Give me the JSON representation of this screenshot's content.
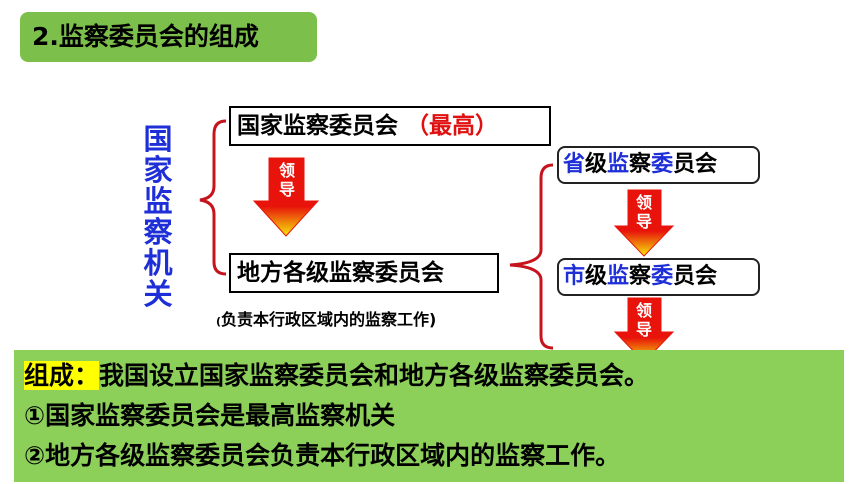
{
  "title": "2.监察委员会的组成",
  "side_label": "国家监察机关",
  "left_boxes": {
    "national": "国家监察委员会",
    "national_note": "（最高）",
    "local": "地方各级监察委员会",
    "local_note_open": "(",
    "local_note": "负责本行政区域内的监察工作)"
  },
  "arrow_label": "领导",
  "right_boxes": {
    "provincial": {
      "c1": "省",
      "c2": "级",
      "c3": "监",
      "c4": "察",
      "c5": "委",
      "c6": "员会"
    },
    "city": {
      "c1": "市",
      "c2": "级",
      "c3": "监",
      "c4": "察",
      "c5": "委",
      "c6": "员会"
    }
  },
  "bottom": {
    "label": "组成：",
    "line1": "我国设立国家监察委员会和地方各级监察委员会。",
    "line2": "①国家监察委员会是最高监察机关",
    "line3": "②地方各级监察委员会负责本行政区域内的监察工作。"
  },
  "colors": {
    "title_bg": "#7cc04b",
    "bottom_bg": "#8cd05a",
    "highlight": "#ffff00",
    "side_label": "#1e2fd8",
    "arrow_red": "#e8130b",
    "arrow_yellow": "#f5e90a",
    "bracket": "#c6141d"
  }
}
